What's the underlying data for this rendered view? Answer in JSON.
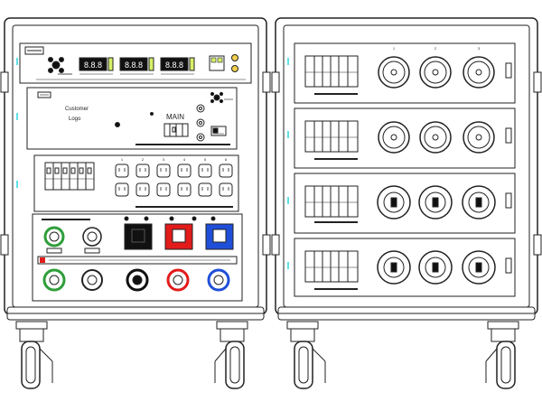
{
  "left_rack": {
    "top_meter": {
      "displays": [
        "8.8.8",
        "8.8.8",
        "8.8.8"
      ]
    },
    "main_panel": {
      "logo_line1": "Customer",
      "logo_line2": "Logo",
      "main_label": "MAIN"
    },
    "outlet_panel": {
      "column_numbers": [
        "1",
        "2",
        "3",
        "4",
        "5",
        "6"
      ]
    },
    "connector_panel": {
      "connectors": [
        {
          "color": "#2e9e3a"
        },
        {
          "color": "#ffffff"
        },
        {
          "color": "#111111"
        },
        {
          "color": "#e21b1b"
        },
        {
          "color": "#1f4fd8"
        }
      ]
    }
  },
  "right_rack": {
    "panel_numbers": [
      "1",
      "2",
      "3"
    ]
  },
  "colors": {
    "line": "#222222",
    "screen_lime": "#d6f06a",
    "amber": "#f2d04b",
    "cyan": "#5fe0e6",
    "green": "#2e9e3a",
    "red": "#e21b1b",
    "blue": "#1f4fd8",
    "black": "#111111"
  }
}
